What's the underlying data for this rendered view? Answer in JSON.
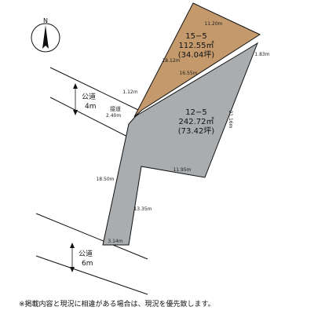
{
  "compass": {
    "label": "N"
  },
  "lots": [
    {
      "id": "15−5",
      "area": "112.55㎡",
      "tsubo": "(34.04坪)",
      "color": "#c49a6c"
    },
    {
      "id": "12−5",
      "area": "242.72㎡",
      "tsubo": "(73.42坪)",
      "color": "#a9adb0"
    }
  ],
  "roads": [
    {
      "type": "公道",
      "width": "4m"
    },
    {
      "type": "公道",
      "width": "6m"
    }
  ],
  "frontage": {
    "label": "接道",
    "value": "2.40m"
  },
  "dimensions": {
    "top": "11.20m",
    "west": "18.12m",
    "divider": "16.55m",
    "corner": "1.12m",
    "east_small": "1.83m",
    "east": "21.16m",
    "inner": "11.95m",
    "west_long": "18.50m",
    "stem": "13.35m",
    "stem_bottom": "3.14m"
  },
  "note": "※掲載内容と現況に相違がある場合は、現況を優先致します。"
}
